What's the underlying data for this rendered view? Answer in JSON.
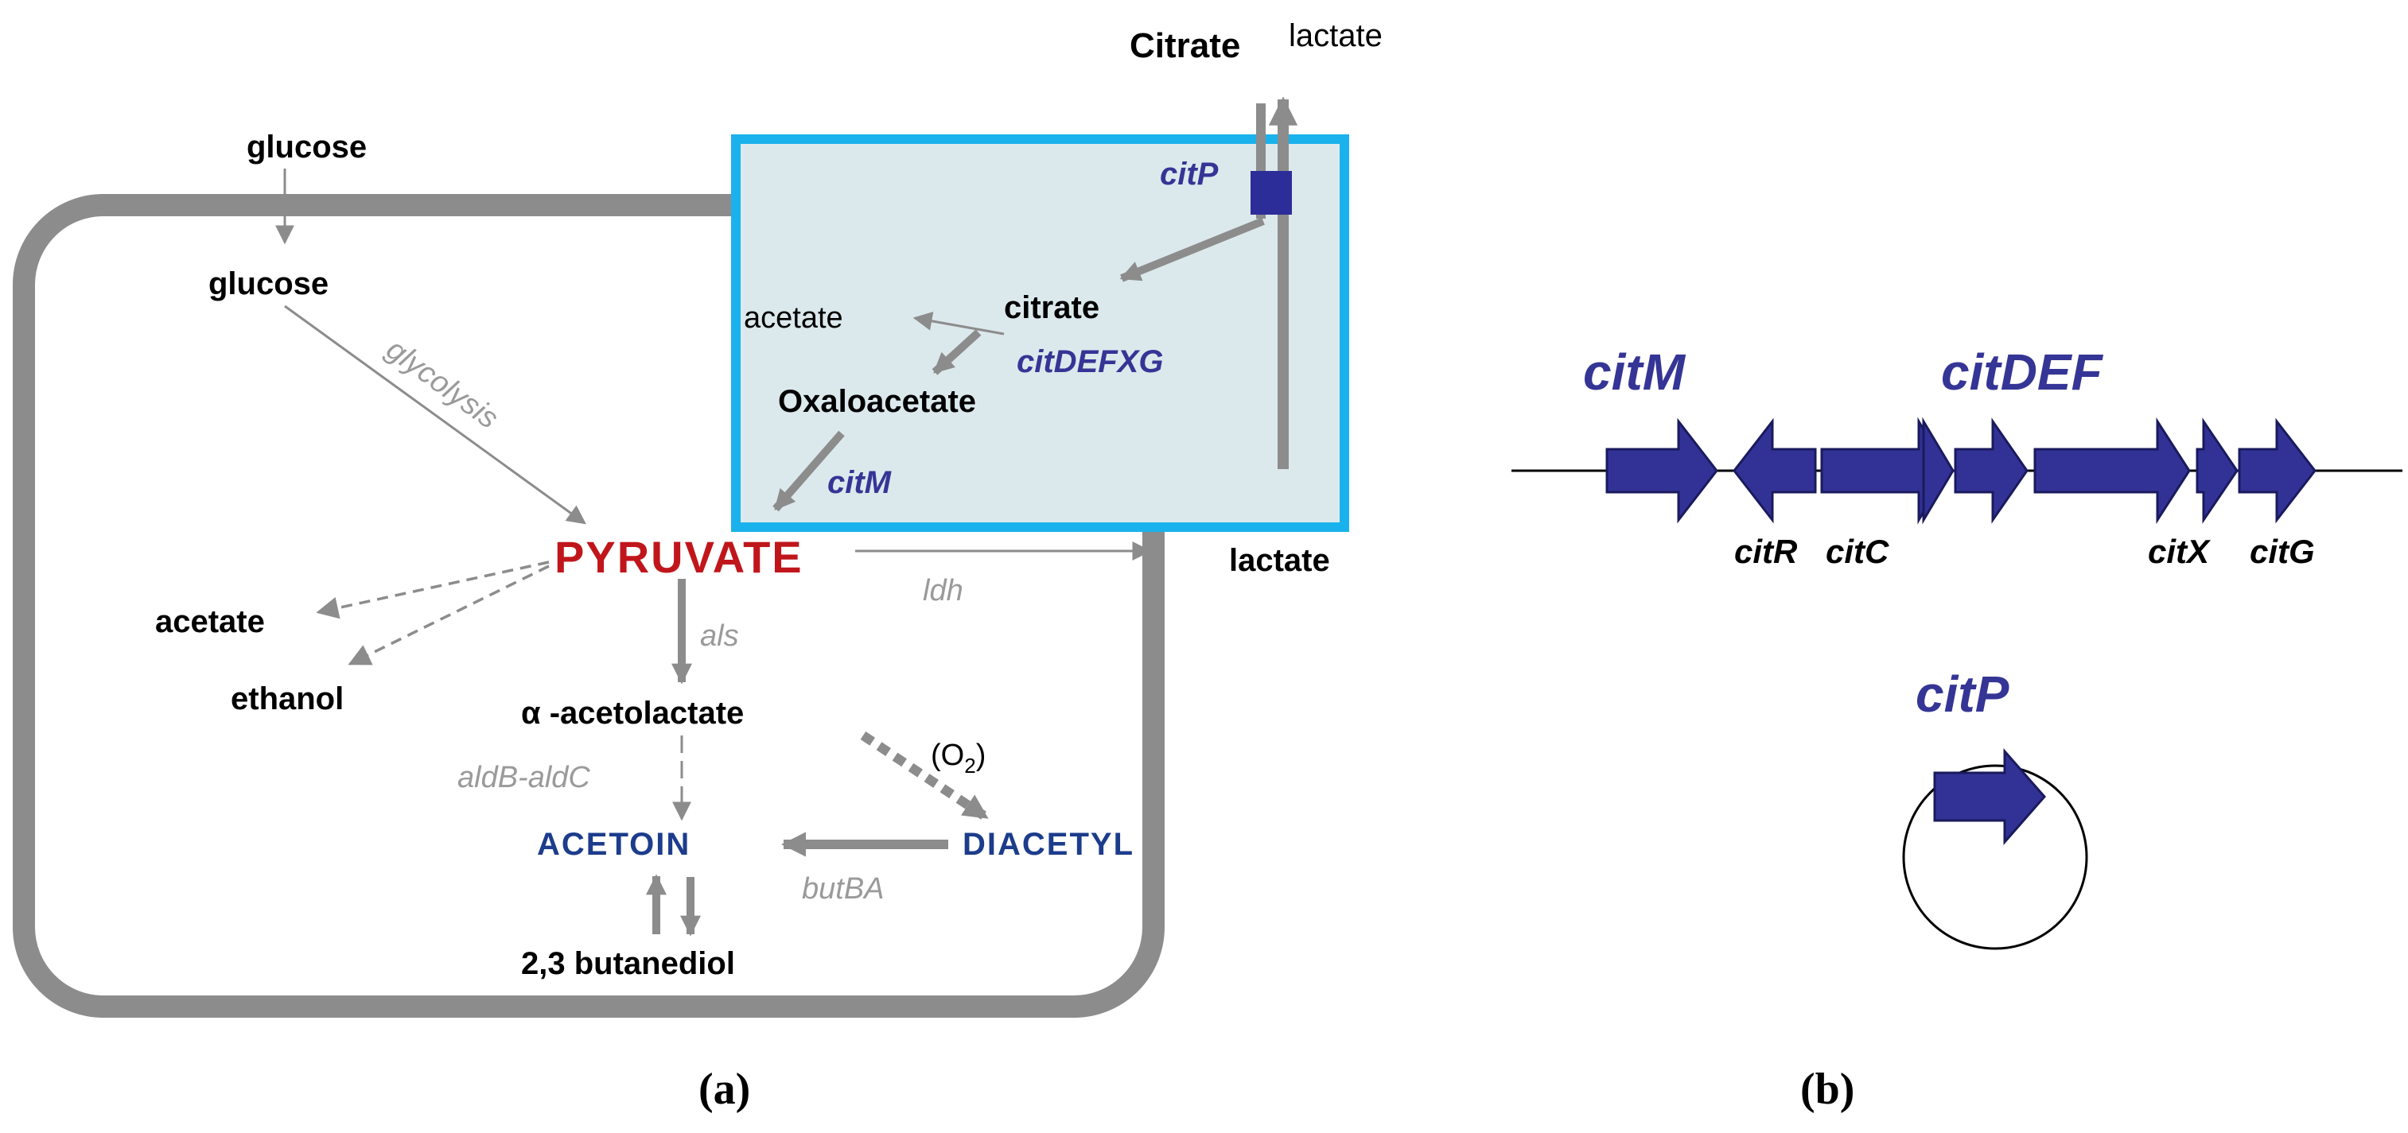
{
  "panel_a": {
    "caption": "(a)",
    "outside": {
      "citrate_ext": "Citrate",
      "lactate_ext": "lactate",
      "glucose_ext": "glucose"
    },
    "metabolites": {
      "glucose": "glucose",
      "citrate": "citrate",
      "acetate_top": "acetate",
      "oxaloacetate": "Oxaloacetate",
      "pyruvate": "PYRUVATE",
      "lactate": "lactate",
      "acetate": "acetate",
      "ethanol": "ethanol",
      "acetolactate": "α -acetolactate",
      "o2_open": "(O",
      "o2_sub": "2",
      "o2_close": ")",
      "acetoin": "ACETOIN",
      "diacetyl": "DIACETYL",
      "butanediol": "2,3 butanediol"
    },
    "genes": {
      "citP": "citP",
      "citDEFXG": "citDEFXG",
      "citM": "citM"
    },
    "enzymes": {
      "glycolysis": "glycolysis",
      "ldh": "ldh",
      "als": "als",
      "aldB_aldC": "aldB-aldC",
      "butBA": "butBA"
    },
    "colors": {
      "membrane": "#8c8c8c",
      "arrow": "#8c8c8c",
      "box_border": "#1ab2ec",
      "box_fill": "#dce9ec",
      "gene_blue": "#353596",
      "pyruvate_red": "#c0161b",
      "product_blue": "#1c3c8c",
      "enzyme_gray": "#9a9a9a",
      "transporter": "#2d2d99"
    }
  },
  "panel_b": {
    "caption": "(b)",
    "operon": {
      "title_citM": "citM",
      "title_citDEF": "citDEF",
      "label_citR": "citR",
      "label_citC": "citC",
      "label_citX": "citX",
      "label_citG": "citG"
    },
    "plasmid": {
      "title": "citP"
    },
    "colors": {
      "gene_fill": "#323296",
      "gene_stroke": "#1a1a5e",
      "title_blue": "#353596",
      "line": "#000000"
    }
  }
}
